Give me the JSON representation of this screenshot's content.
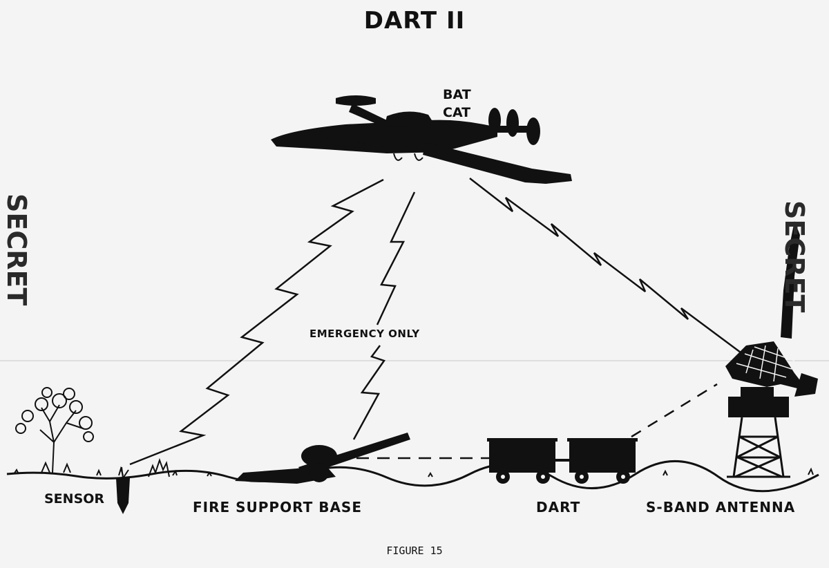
{
  "title": "DART II",
  "aircraft": {
    "line1": "BAT",
    "line2": "CAT"
  },
  "link_label": "EMERGENCY ONLY",
  "nodes": {
    "sensor": "SENSOR",
    "fire_support_base": "FIRE SUPPORT BASE",
    "dart": "DART",
    "s_band_antenna": "S-BAND ANTENNA"
  },
  "figure_caption": "FIGURE 15",
  "stamps": {
    "left": "SECRET",
    "right": "SECRET"
  },
  "colors": {
    "ink": "#111111",
    "paper": "#f4f4f4"
  }
}
